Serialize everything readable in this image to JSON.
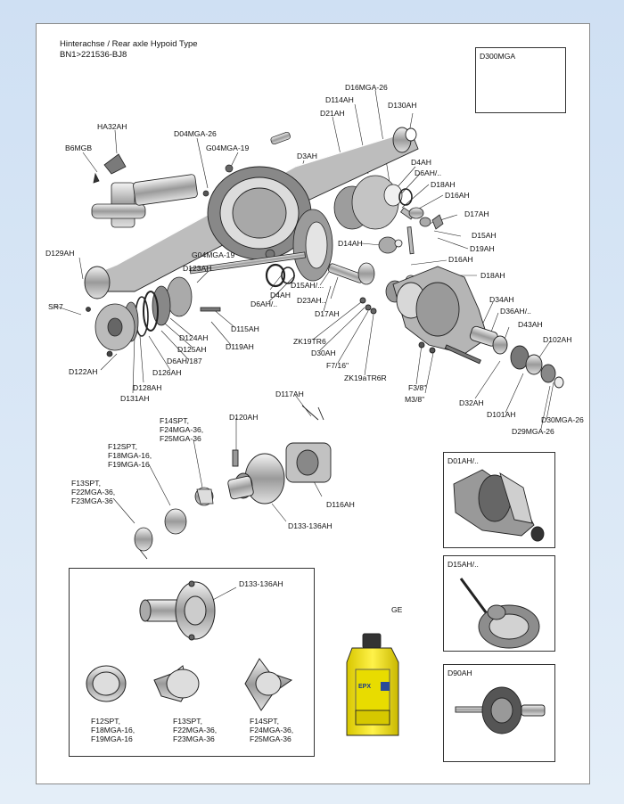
{
  "header": {
    "title_line1": "Hinterachse / Rear axle Hypoid Type",
    "title_line2": "BN1>221536-BJ8"
  },
  "labels": {
    "ha32ah": "HA32AH",
    "b6mgb": "B6MGB",
    "d04mga26": "D04MGA-26",
    "g04mga19_top": "G04MGA-19",
    "d3ah": "D3AH",
    "d21ah": "D21AH",
    "d114ah": "D114AH",
    "d16mga26": "D16MGA-26",
    "d130ah": "D130AH",
    "d4ah_right": "D4AH",
    "d6ah_right": "D6AH/..",
    "d18ah_top": "D18AH",
    "d16ah_top": "D16AH",
    "d17ah_right": "D17AH",
    "d15ah_right": "D15AH",
    "d19ah": "D19AH",
    "d14ah": "D14AH",
    "d16ah_mid": "D16AH",
    "d18ah_mid": "D18AH",
    "d129ah": "D129AH",
    "g04mga19_mid": "G04MGA-19",
    "d123ah": "D123AH",
    "d4ah_mid": "D4AH",
    "d6ah_mid": "D6AH/..",
    "d15ah_mid": "D15AH/...",
    "d23ah": "D23AH..",
    "d17ah_mid": "D17AH",
    "sr7": "SR7",
    "d115ah": "D115AH",
    "d124ah": "D124AH",
    "d119ah": "D119AH",
    "d125ah": "D125AH",
    "d6ah187": "D6AH/187",
    "d126ah": "D126AH",
    "d122ah": "D122AH",
    "d128ah": "D128AH",
    "d131ah": "D131AH",
    "zk19tr6": "ZK19TR6",
    "d30ah": "D30AH",
    "f7_16": "F7/16\"",
    "zk19atr6r": "ZK19aTR6R",
    "d34ah": "D34AH",
    "d36ah": "D36AH/..",
    "d43ah": "D43AH",
    "d102ah": "D102AH",
    "f3_8": "F3/8\"",
    "m3_8": "M3/8\"",
    "d32ah": "D32AH",
    "d101ah": "D101AH",
    "d30mga26": "D30MGA-26",
    "d29mga26": "D29MGA-26",
    "d117ah": "D117AH",
    "d120ah": "D120AH",
    "f14spt_group": "F14SPT,\nF24MGA-36,\nF25MGA-36",
    "f12spt_group": "F12SPT,\nF18MGA-16,\nF19MGA-16",
    "f13spt_group": "F13SPT,\nF22MGA-36,\nF23MGA-36",
    "d116ah": "D116AH",
    "d133_136ah": "D133-136AH"
  },
  "boxes": {
    "d300mga": "D300MGA",
    "d01ah": "D01AH/..",
    "d15ah": "D15AH/..",
    "d90ah": "D90AH",
    "ge": "GE",
    "oil_brand": "EPX",
    "inset_hub": "D133-136AH",
    "inset_f12": "F12SPT,\nF18MGA-16,\nF19MGA-16",
    "inset_f13": "F13SPT,\nF22MGA-36,\nF23MGA-36",
    "inset_f14": "F14SPT,\nF24MGA-36,\nF25MGA-36"
  }
}
